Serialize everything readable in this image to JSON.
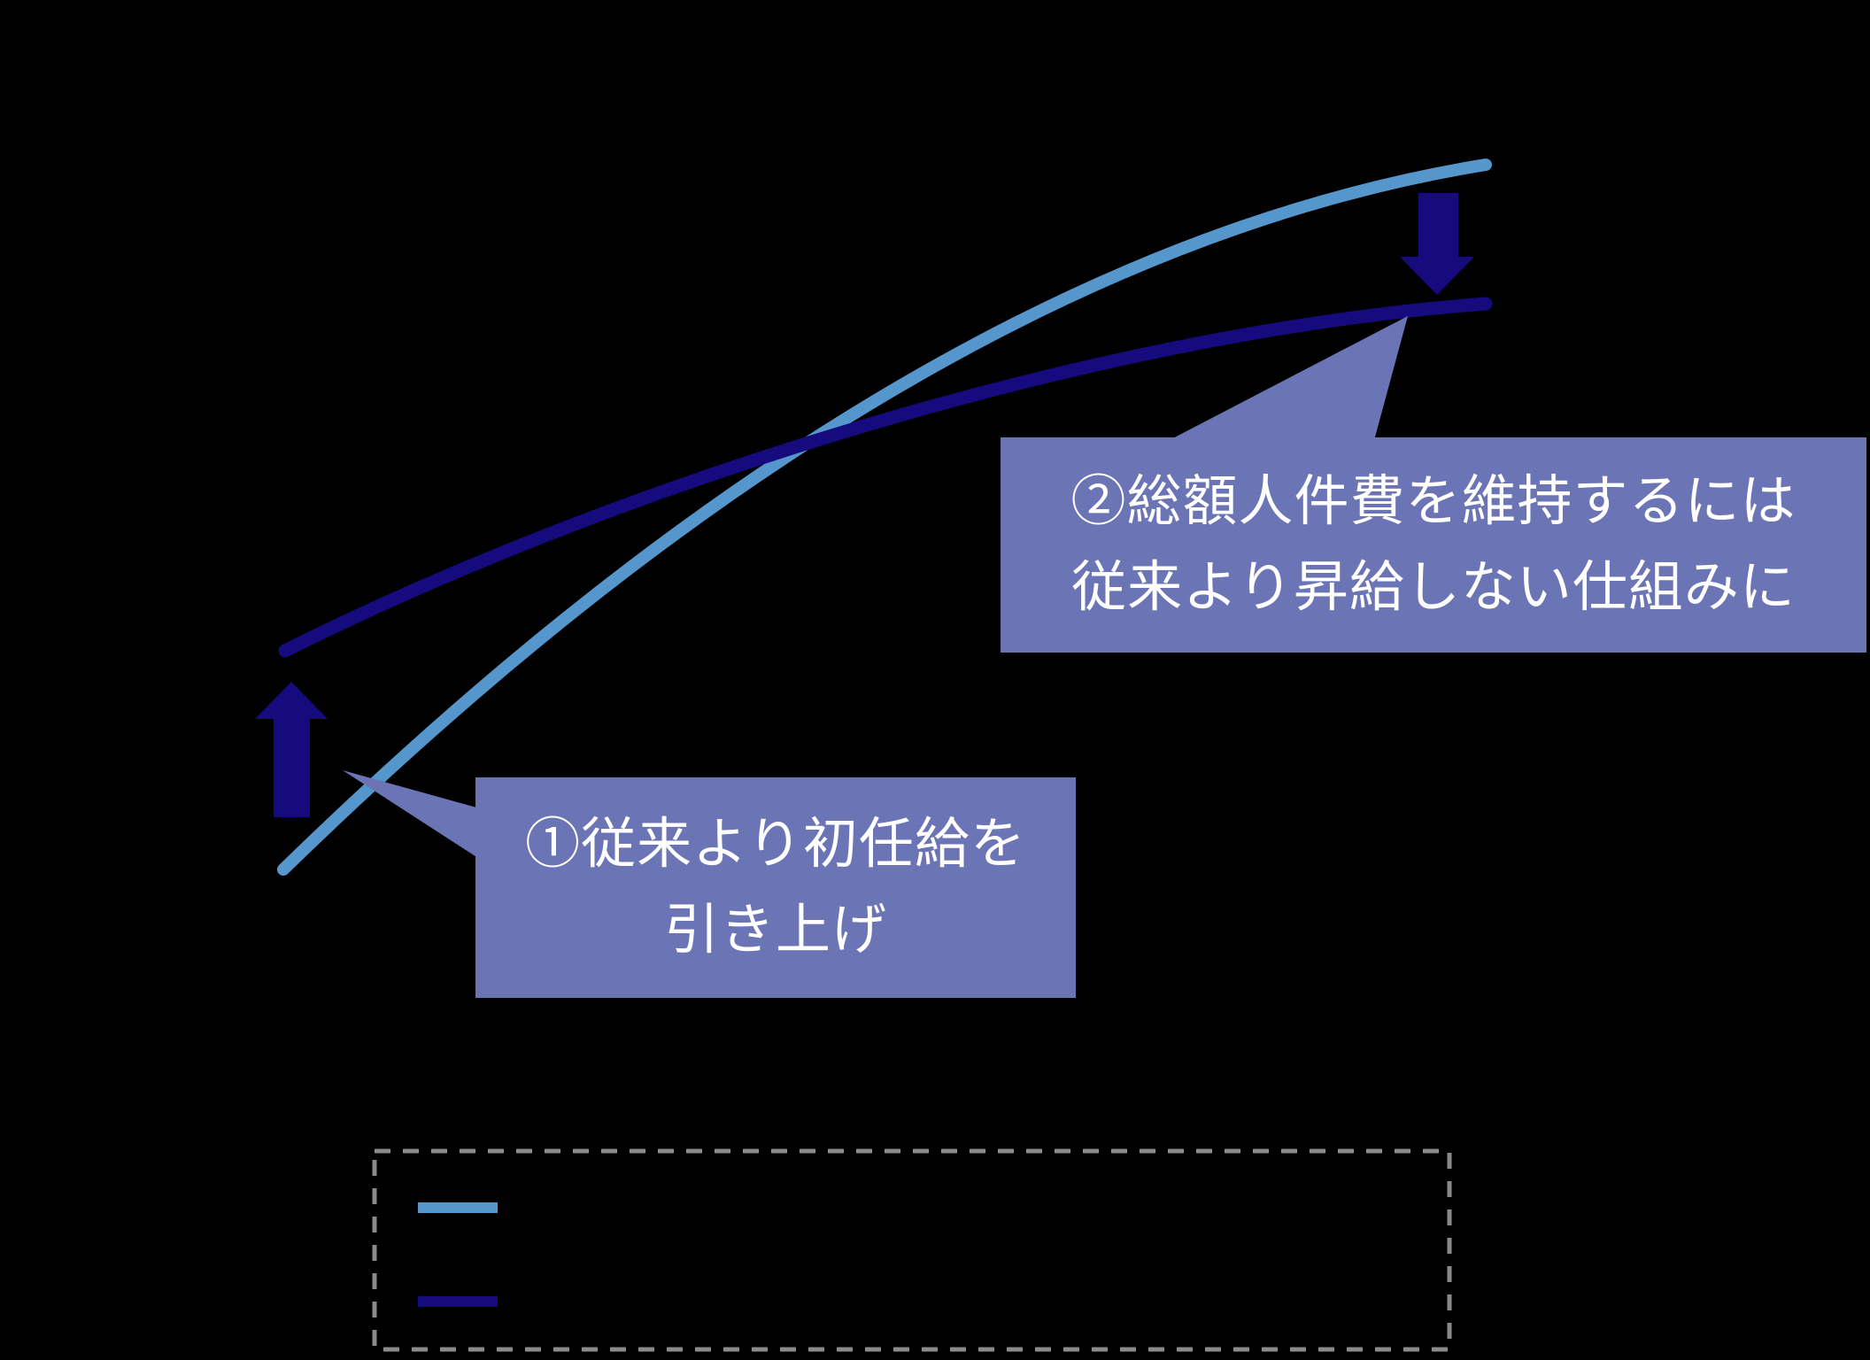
{
  "background": "#000000",
  "colors": {
    "curve_conventional_light_blue": "#5596CD",
    "curve_revised_navy": "#150B7E",
    "arrow_navy": "#150B7E",
    "callout_fill": "#6B75B6",
    "callout_text": "#FFFFFF",
    "legend_border_gray": "#8A8A8A"
  },
  "curves": {
    "light_blue": {
      "color": "#5596CD",
      "role": "rising salary curve, lower start, steeper growth, higher end"
    },
    "navy": {
      "color": "#150B7E",
      "role": "rising salary curve, higher start, flatter growth, lower end"
    }
  },
  "callouts": [
    {
      "text_lines": [
        "①従来より初任給を",
        "引き上げ"
      ]
    },
    {
      "text_lines": [
        "②総額人件費を維持するには",
        "従来より昇給しない仕組みに"
      ]
    }
  ],
  "icons": {
    "up_arrow": "increase-at-curve-start",
    "down_arrow": "decrease-at-curve-end"
  },
  "legend": {
    "items": [
      {
        "swatch": "light-blue-line",
        "color": "#5596CD",
        "label": ""
      },
      {
        "swatch": "navy-line",
        "color": "#150B7E",
        "label": ""
      }
    ]
  }
}
